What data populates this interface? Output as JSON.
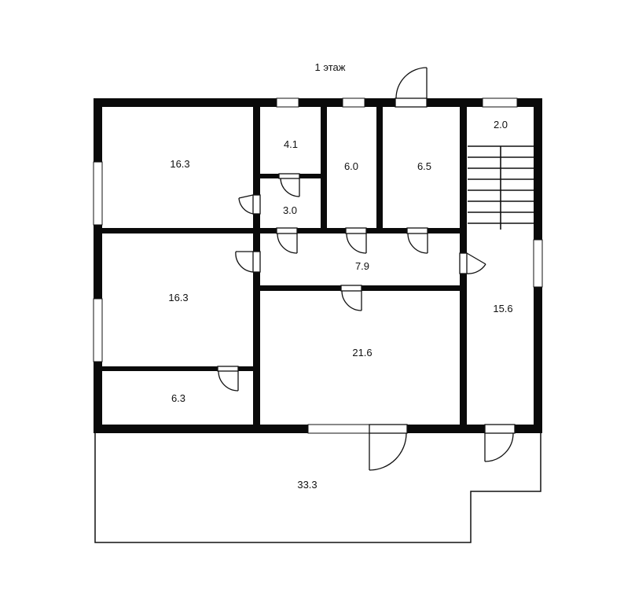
{
  "plan": {
    "title": "1 этаж",
    "wall_color": "#0a0a0a",
    "line_color": "#111111",
    "rooms": [
      {
        "id": "room-top-left",
        "area": "16.3"
      },
      {
        "id": "room-small-upper",
        "area": "4.1"
      },
      {
        "id": "room-small-lower",
        "area": "3.0"
      },
      {
        "id": "room-narrow",
        "area": "6.0"
      },
      {
        "id": "room-top-middle",
        "area": "6.5"
      },
      {
        "id": "room-stairs",
        "area": "2.0"
      },
      {
        "id": "room-corridor",
        "area": "7.9"
      },
      {
        "id": "room-left-middle",
        "area": "16.3"
      },
      {
        "id": "room-right-tall",
        "area": "15.6"
      },
      {
        "id": "room-center-large",
        "area": "21.6"
      },
      {
        "id": "room-bottom-left",
        "area": "6.3"
      },
      {
        "id": "terrace",
        "area": "33.3"
      }
    ]
  }
}
